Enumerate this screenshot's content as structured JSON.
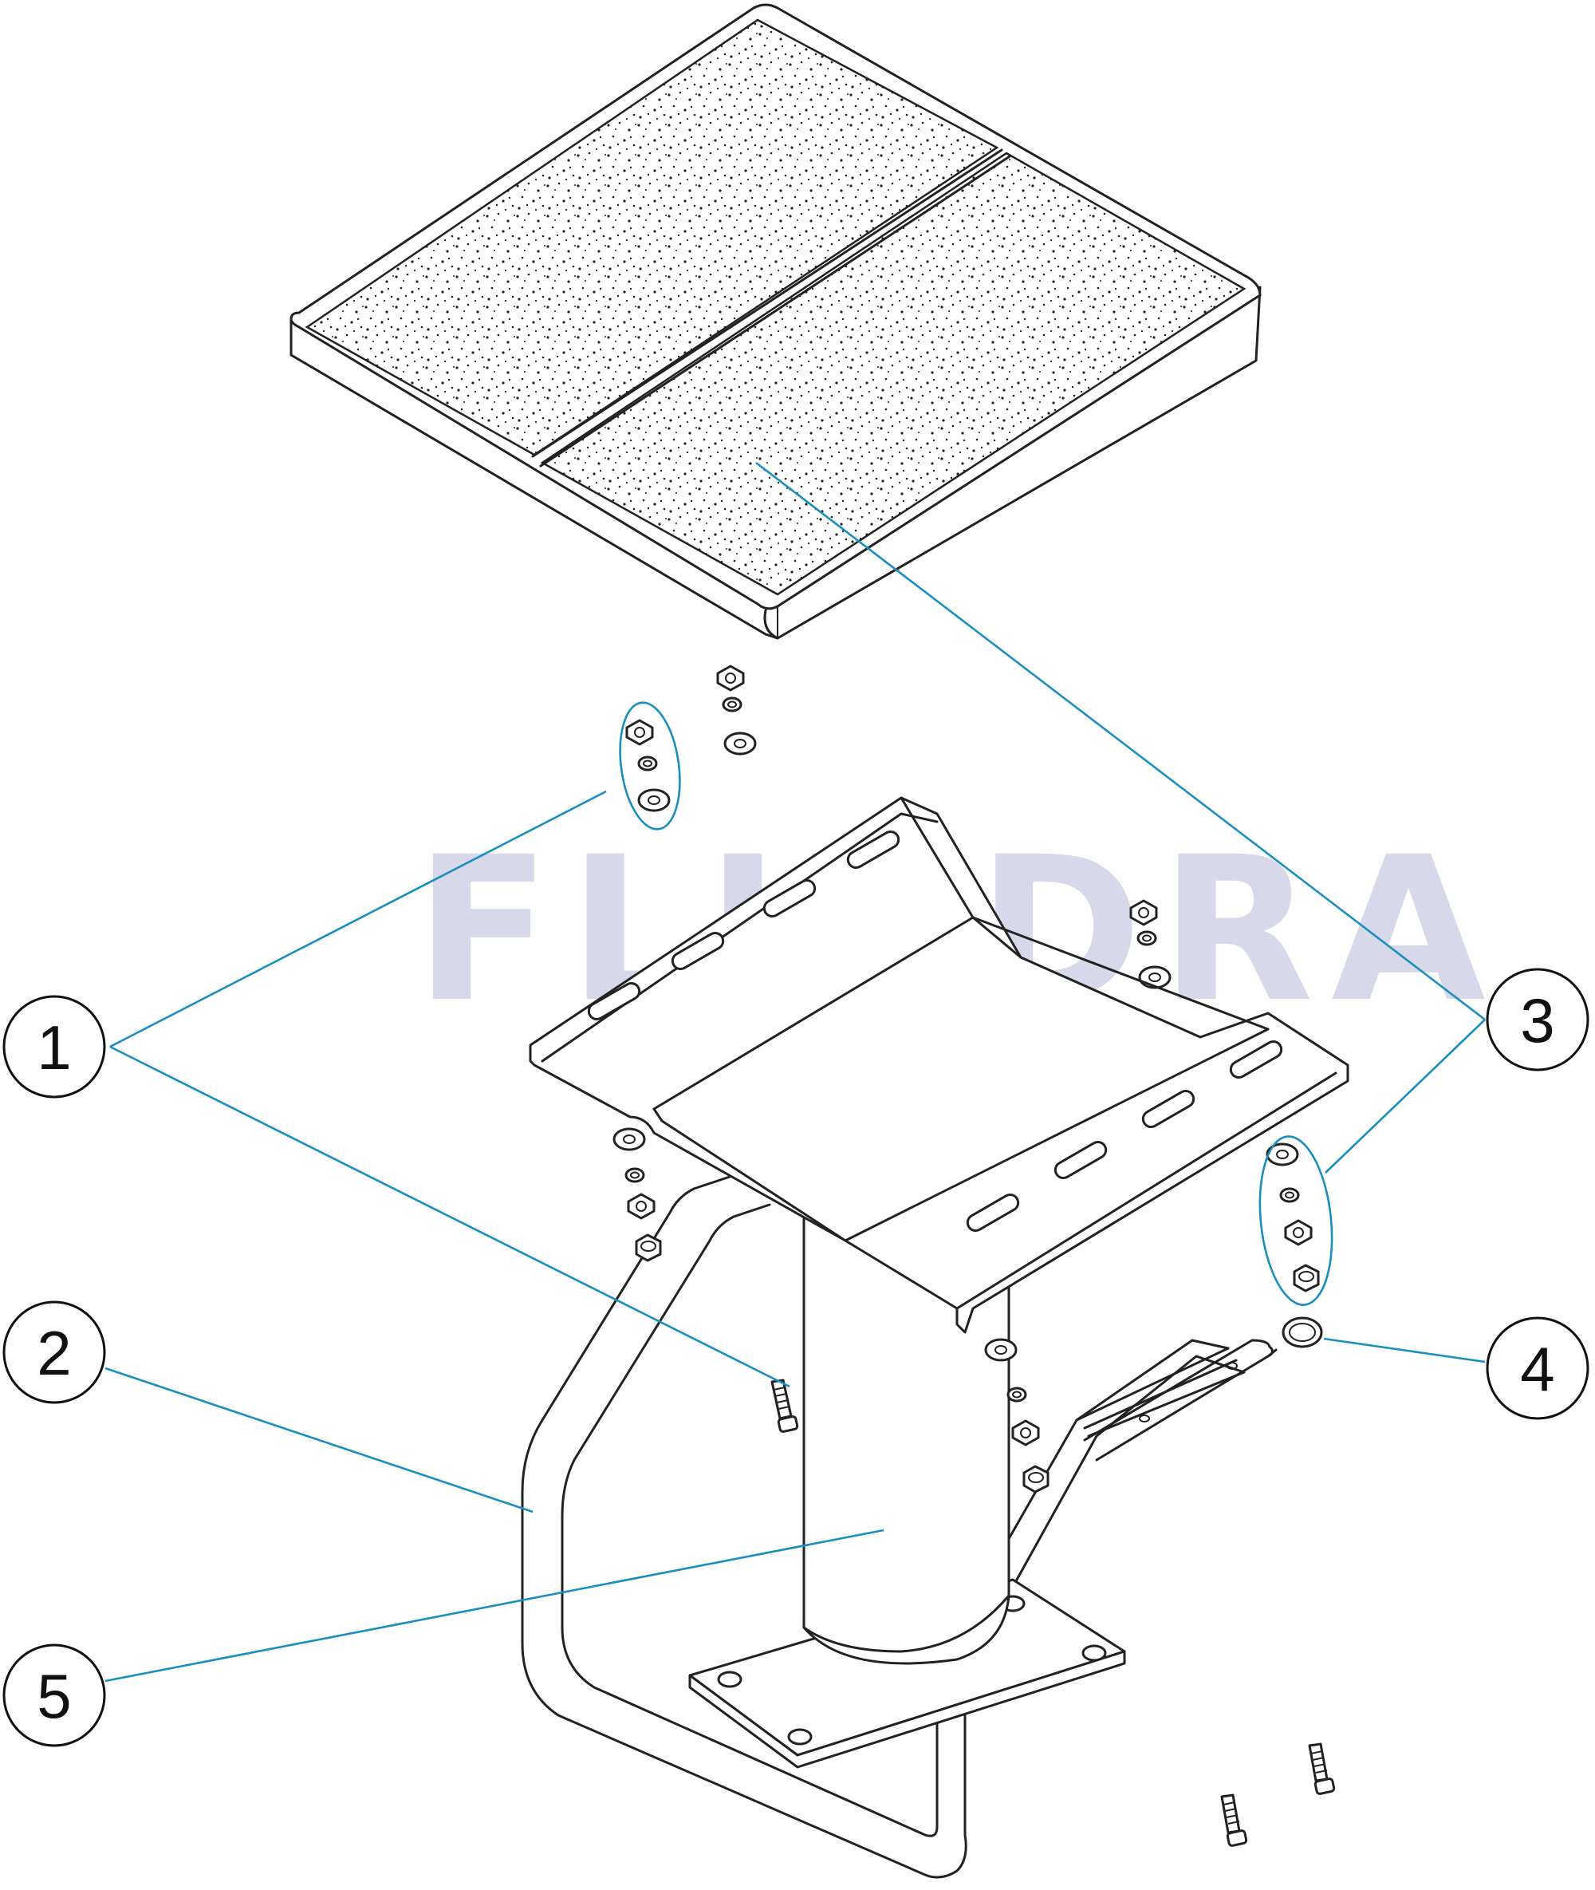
{
  "watermark": "FLUIDRA",
  "callouts": [
    {
      "number": "1"
    },
    {
      "number": "2"
    },
    {
      "number": "3"
    },
    {
      "number": "4"
    },
    {
      "number": "5"
    }
  ],
  "colors": {
    "leader_line": "#1a8fbf",
    "drawing_line": "#222222",
    "watermark": "#d7d8ea"
  }
}
